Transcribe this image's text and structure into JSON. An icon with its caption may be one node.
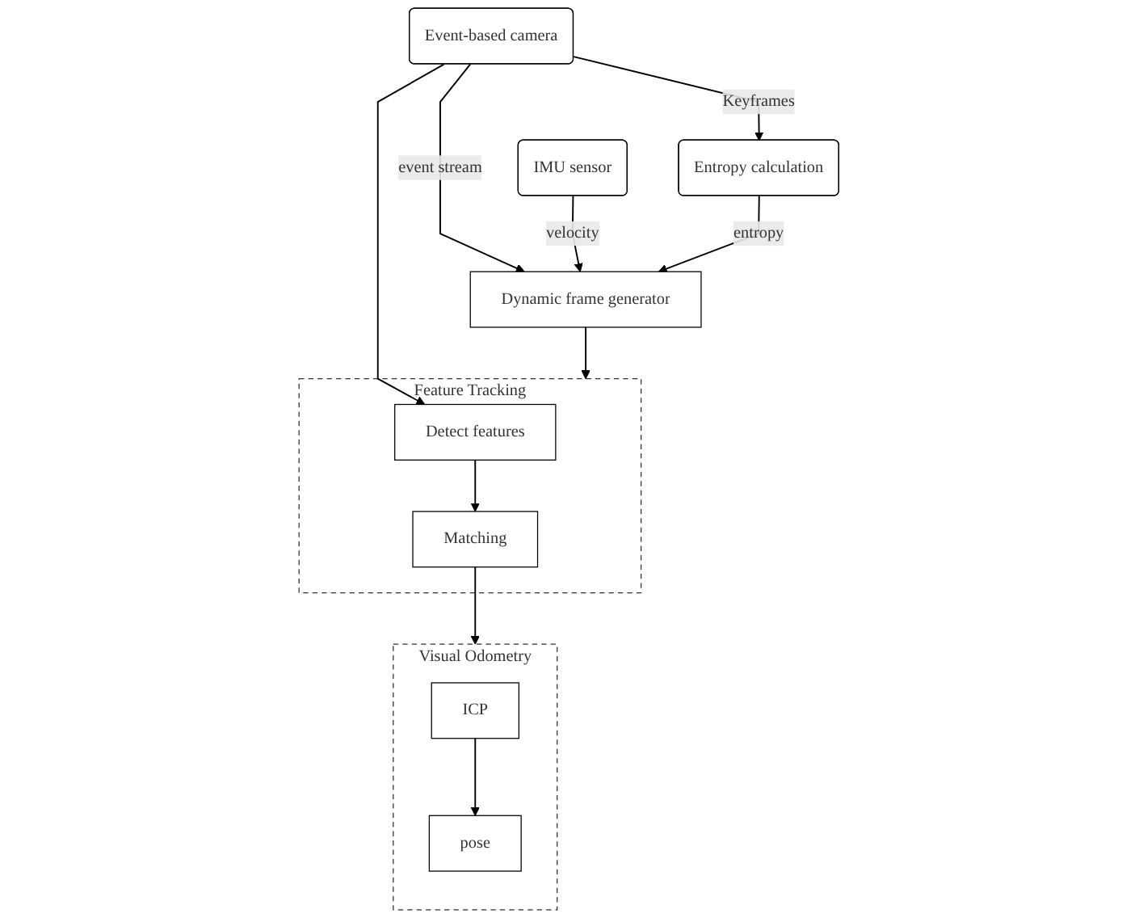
{
  "diagram": {
    "nodes": [
      {
        "text": [
          "Event-based camera"
        ]
      },
      {
        "text": [
          "IMU sensor"
        ]
      },
      {
        "text": [
          "Dynamic frame generator"
        ]
      },
      {
        "text": [
          "Entropy calculation"
        ]
      },
      {
        "text": [
          "Feature Tracking"
        ]
      },
      {
        "text": [
          "Detect features"
        ],
        "in": 4
      },
      {
        "text": [
          "Matching"
        ],
        "in": 4
      },
      {
        "text": [
          "Visual Odometry"
        ]
      },
      {
        "text": [
          "ICP"
        ],
        "in": 7
      },
      {
        "text": [
          "pose"
        ],
        "in": 7
      }
    ],
    "edges": [
      {
        "from": 0,
        "to": 2,
        "arrow": "to",
        "label": "event stream"
      },
      {
        "from": 1,
        "to": 2,
        "arrow": "to",
        "label": "velocity"
      },
      {
        "from": 3,
        "to": 2,
        "arrow": "to",
        "label": "entropy"
      },
      {
        "from": 0,
        "to": 3,
        "arrow": "to",
        "label": "Keyframes"
      },
      {
        "from": 0,
        "to": 5,
        "arrow": "to"
      },
      {
        "from": 2,
        "to": 4,
        "arrow": "to"
      },
      {
        "from": 5,
        "to": 6,
        "arrow": "to"
      },
      {
        "from": 6,
        "to": 7,
        "arrow": "to"
      },
      {
        "from": 8,
        "to": 9,
        "arrow": "to"
      }
    ]
  }
}
